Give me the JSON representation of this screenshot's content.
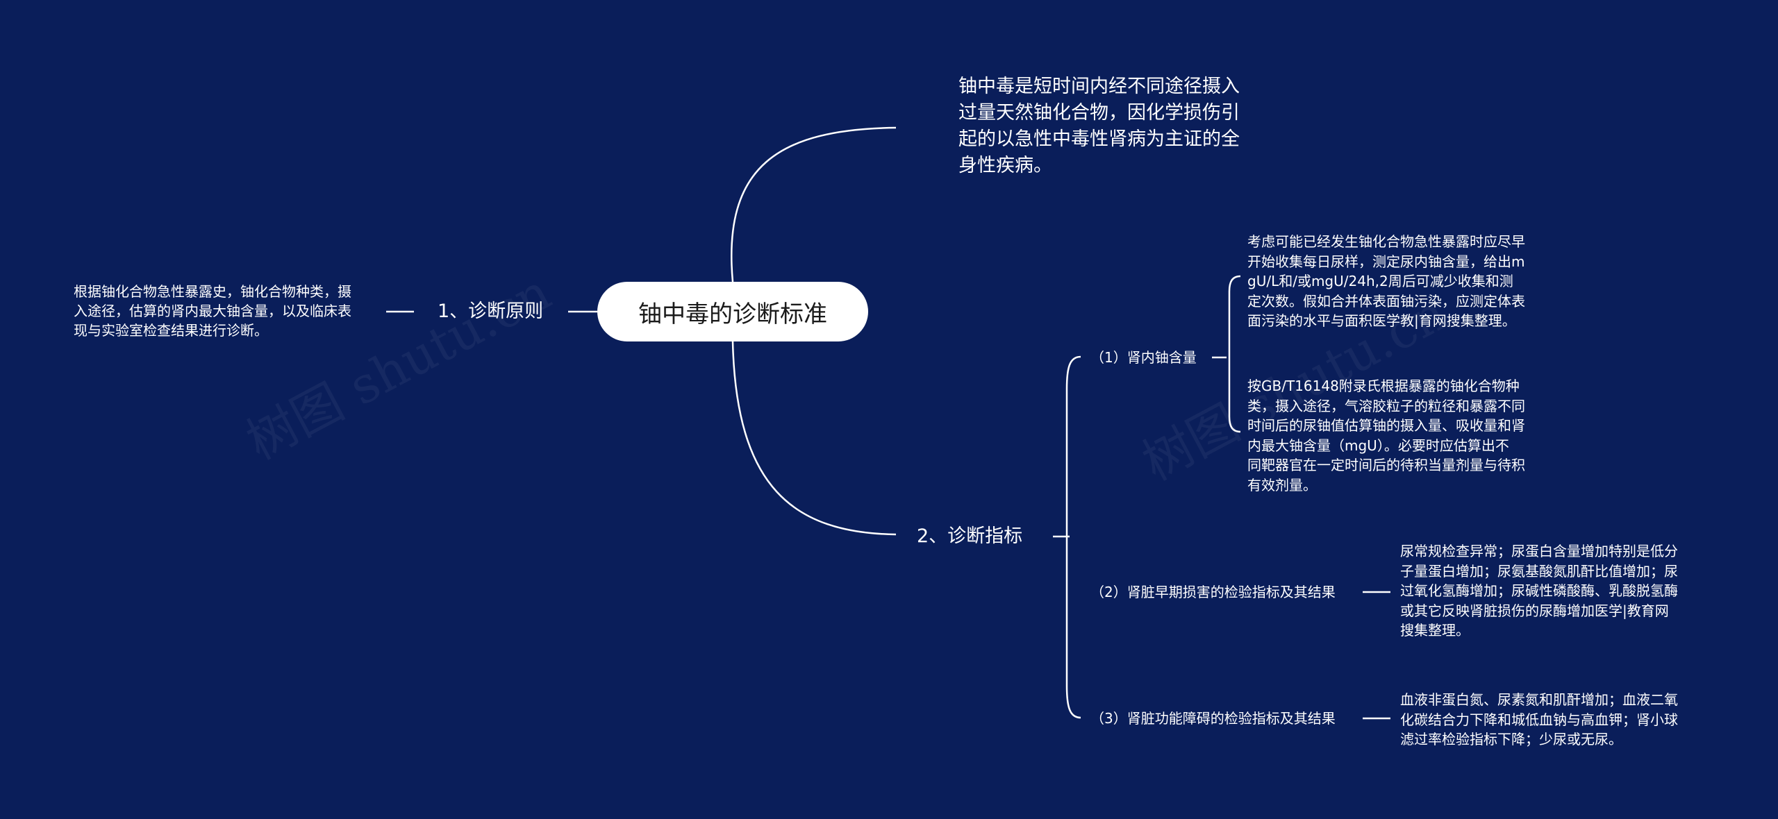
{
  "root": {
    "title": "铀中毒的诊断标准"
  },
  "intro": "铀中毒是短时间内经不同途径摄入\n过量天然铀化合物，因化学损伤引\n起的以急性中毒性肾病为主证的全\n身性疾病。",
  "principle": {
    "label": "1、诊断原则",
    "detail": "根据铀化合物急性暴露史，铀化合物种类，摄\n入途径，估算的肾内最大铀含量，以及临床表\n现与实验室检查结果进行诊断。"
  },
  "indicators": {
    "label": "2、诊断指标",
    "items": [
      {
        "label": "（1）肾内铀含量",
        "details": [
          "考虑可能已经发生铀化合物急性暴露时应尽早\n开始收集每日尿样，测定尿内铀含量，给出m\ngU/L和/或mgU/24h,2周后可减少收集和测\n定次数。假如合并体表面铀污染，应测定体表\n面污染的水平与面积医学教|育网搜集整理。",
          "按GB/T16148附录氏根据暴露的铀化合物种\n类，摄入途径，气溶胶粒子的粒径和暴露不同\n时间后的尿铀值估算铀的摄入量、吸收量和肾\n内最大铀含量（mgU）。必要时应估算出不\n同靶器官在一定时间后的待积当量剂量与待积\n有效剂量。"
        ]
      },
      {
        "label": "（2）肾脏早期损害的检验指标及其结果",
        "details": [
          "尿常规检查异常；尿蛋白含量增加特别是低分\n子量蛋白增加；尿氨基酸氮肌酐比值增加；尿\n过氧化氢酶增加；尿碱性磷酸酶、乳酸脱氢酶\n或其它反映肾脏损伤的尿酶增加医学|教育网\n搜集整理。"
        ]
      },
      {
        "label": "（3）肾脏功能障碍的检验指标及其结果",
        "details": [
          "血液非蛋白氮、尿素氮和肌酐增加；血液二氧\n化碳结合力下降和城低血钠与高血钾；肾小球\n滤过率检验指标下降；少尿或无尿。"
        ]
      }
    ]
  },
  "watermark": "树图 shutu.cn",
  "colors": {
    "background": "#0a1e5a",
    "line": "#ffffff",
    "root_fill": "#ffffff"
  }
}
